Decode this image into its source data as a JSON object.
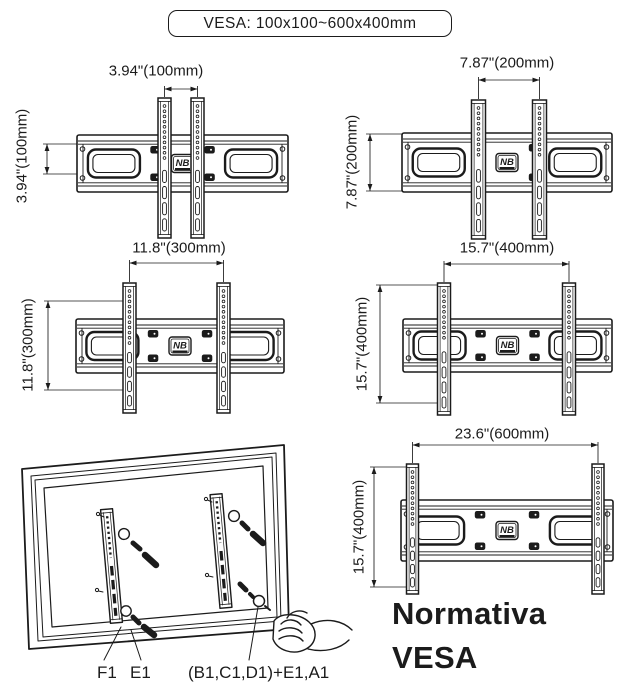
{
  "badge": {
    "label": "VESA: 100x100~600x400mm"
  },
  "brand": {
    "logo_text": "NB"
  },
  "diagrams": [
    {
      "id": "vesa-100x100",
      "top_label": "3.94\"(100mm)",
      "side_label": "3.94\"(100mm)"
    },
    {
      "id": "vesa-200x200",
      "top_label": "7.87\"(200mm)",
      "side_label": "7.87\"(200mm)"
    },
    {
      "id": "vesa-300x300",
      "top_label": "11.8\"(300mm)",
      "side_label": "11.8\"(300mm)"
    },
    {
      "id": "vesa-400x400",
      "top_label": "15.7\"(400mm)",
      "side_label": "15.7\"(400mm)"
    },
    {
      "id": "vesa-600x400",
      "top_label": "23.6\"(600mm)",
      "side_label": "15.7\"(400mm)"
    }
  ],
  "installation": {
    "part_labels": [
      {
        "id": "f1",
        "text": "F1"
      },
      {
        "id": "e1",
        "text": "E1"
      },
      {
        "id": "group",
        "text": "(B1,C1,D1)+E1,A1"
      }
    ]
  },
  "footer": {
    "line1": "Normativa",
    "line2": "VESA"
  },
  "colors": {
    "ink": "#1b1b1b",
    "background": "#ffffff"
  }
}
